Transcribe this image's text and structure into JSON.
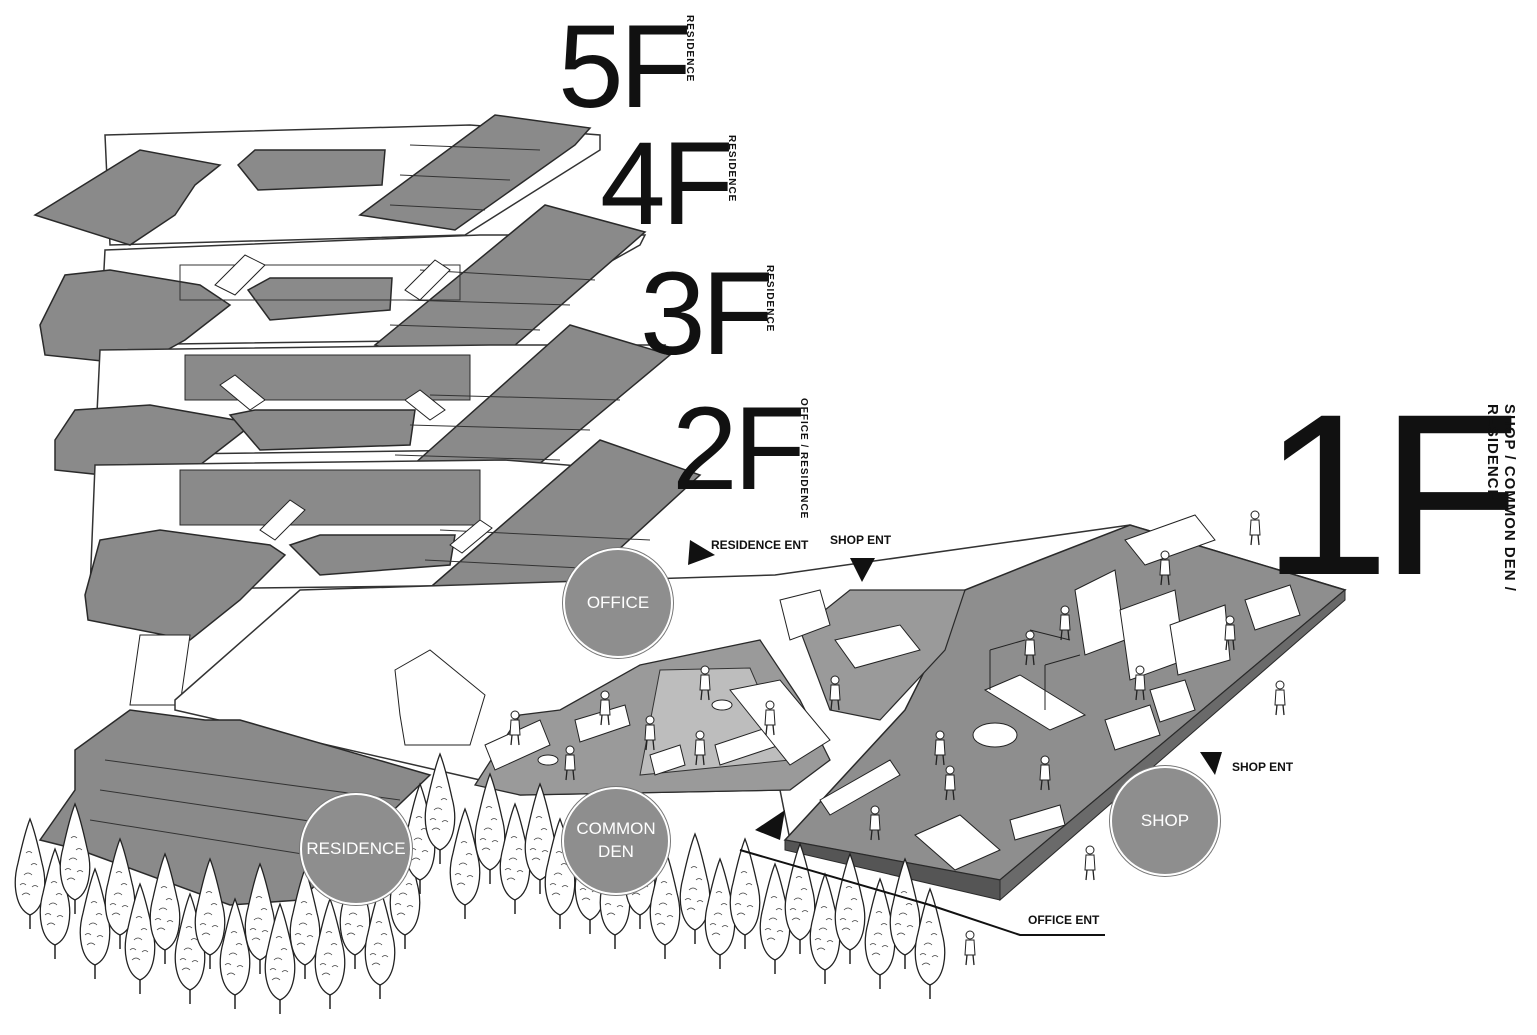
{
  "floors": [
    {
      "num": "5F",
      "use": "RESIDENCE"
    },
    {
      "num": "4F",
      "use": "RESIDENCE"
    },
    {
      "num": "3F",
      "use": "RESIDENCE"
    },
    {
      "num": "2F",
      "use": "OFFICE / RESIDENCE"
    },
    {
      "num": "1F",
      "use": "SHOP / COMMON DEN / RESIDENCE"
    }
  ],
  "zones": {
    "office": "OFFICE",
    "residence": "RESIDENCE",
    "common_den_line1": "COMMON",
    "common_den_line2": "DEN",
    "shop": "SHOP"
  },
  "entrances": {
    "residence": "RESIDENCE ENT",
    "shop_top": "SHOP ENT",
    "shop_right": "SHOP ENT",
    "office": "OFFICE ENT"
  },
  "colors": {
    "slab": "#8a8a8a",
    "slab_edge": "#3a3a3a",
    "zone_circle": "#8e8e8e",
    "ground": "#ffffff"
  }
}
